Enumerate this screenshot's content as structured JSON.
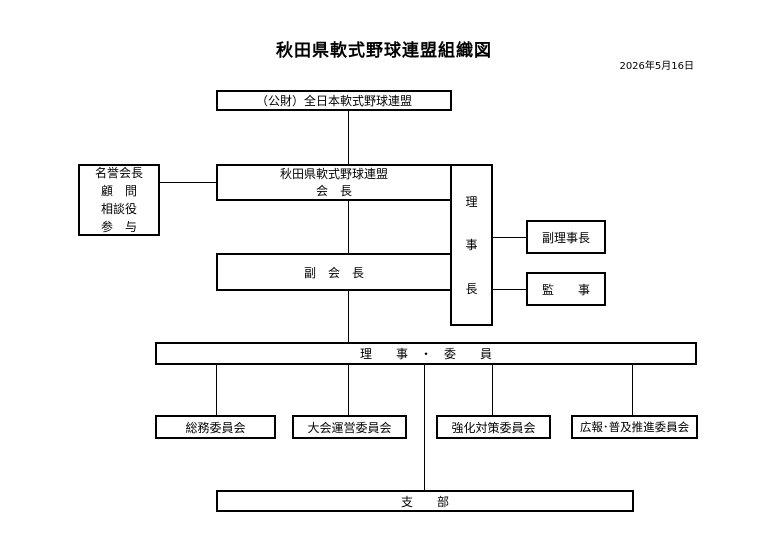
{
  "title": "秋田県軟式野球連盟組織図",
  "date": "2026年5月16日",
  "nodes": {
    "national": "（公財）全日本軟式野球連盟",
    "advisors": [
      "名誉会長",
      "顧　問",
      "相談役",
      "参　与"
    ],
    "president": [
      "秋田県軟式野球連盟",
      "会　長"
    ],
    "vice_president": "副　会　長",
    "chairman": [
      "理",
      "事",
      "長"
    ],
    "vice_chairman": "副理事長",
    "auditor": "監　　事",
    "board": "理　　事　・　委　　員",
    "committees": [
      "総務委員会",
      "大会運営委員会",
      "強化対策委員会",
      "広報･普及推進委員会"
    ],
    "branches": "支　　部"
  }
}
